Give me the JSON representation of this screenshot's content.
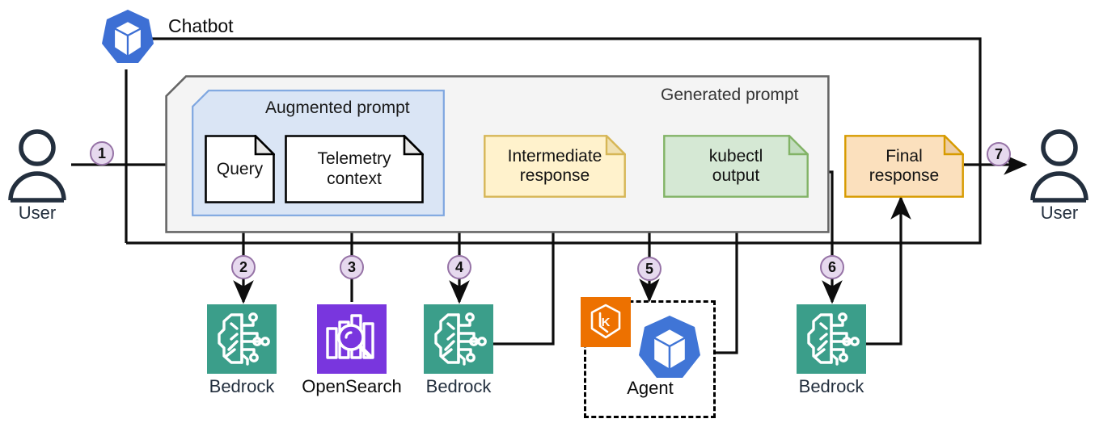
{
  "diagram": {
    "title": "Chatbot",
    "chatbot_label": "Chatbot",
    "containers": [
      {
        "name": "generated-prompt",
        "label": "Generated prompt",
        "fill": "#f4f4f4",
        "stroke": "#666666"
      },
      {
        "name": "augmented-prompt",
        "label": "Augmented prompt",
        "fill": "#dae5f5",
        "stroke": "#7ea6e0"
      }
    ],
    "documents": [
      {
        "name": "query",
        "label": "Query",
        "fill": "#ffffff",
        "stroke": "#000000",
        "fold": "#e8e8e8"
      },
      {
        "name": "telemetry-context",
        "label": "Telemetry\ncontext",
        "line1": "Telemetry",
        "line2": "context",
        "fill": "#ffffff",
        "stroke": "#000000",
        "fold": "#e8e8e8"
      },
      {
        "name": "intermediate-response",
        "label": "Intermediate\nresponse",
        "line1": "Intermediate",
        "line2": "response",
        "fill": "#fff2cc",
        "stroke": "#d6b656",
        "fold": "#f0e0b0"
      },
      {
        "name": "kubectl-output",
        "label": "kubectl\noutput",
        "line1": "kubectl",
        "line2": "output",
        "fill": "#d5e8d4",
        "stroke": "#82b366",
        "fold": "#c2dcbe"
      },
      {
        "name": "final-response",
        "label": "Final\nresponse",
        "line1": "Final",
        "line2": "response",
        "fill": "#fbe0bd",
        "stroke": "#d79b00",
        "fold": "#edcda4"
      }
    ],
    "services": [
      {
        "name": "bedrock-1",
        "label": "Bedrock",
        "icon": "bedrock-icon",
        "color": "#3b9e8a"
      },
      {
        "name": "opensearch",
        "label": "OpenSearch",
        "icon": "opensearch-icon",
        "color": "#7936de"
      },
      {
        "name": "bedrock-2",
        "label": "Bedrock",
        "icon": "bedrock-icon",
        "color": "#3b9e8a"
      },
      {
        "name": "agent",
        "label": "Agent",
        "icon": "kubernetes-icon",
        "color": "#4075d6",
        "badge_icon": "eks-icon",
        "badge_color": "#ed7100"
      },
      {
        "name": "bedrock-3",
        "label": "Bedrock",
        "icon": "bedrock-icon",
        "color": "#3b9e8a"
      }
    ],
    "actors": [
      {
        "name": "user-left",
        "label": "User",
        "icon": "user-icon",
        "color": "#232f3e"
      },
      {
        "name": "user-right",
        "label": "User",
        "icon": "user-icon",
        "color": "#232f3e"
      }
    ],
    "steps": [
      {
        "name": "step-1",
        "number": "1"
      },
      {
        "name": "step-2",
        "number": "2"
      },
      {
        "name": "step-3",
        "number": "3"
      },
      {
        "name": "step-4",
        "number": "4"
      },
      {
        "name": "step-5",
        "number": "5"
      },
      {
        "name": "step-6",
        "number": "6"
      },
      {
        "name": "step-7",
        "number": "7"
      }
    ],
    "colors": {
      "badge_fill": "#e6d9ee",
      "badge_stroke": "#9673a6",
      "wire": "#0d0d0d",
      "aws_navy": "#232f3e"
    }
  }
}
